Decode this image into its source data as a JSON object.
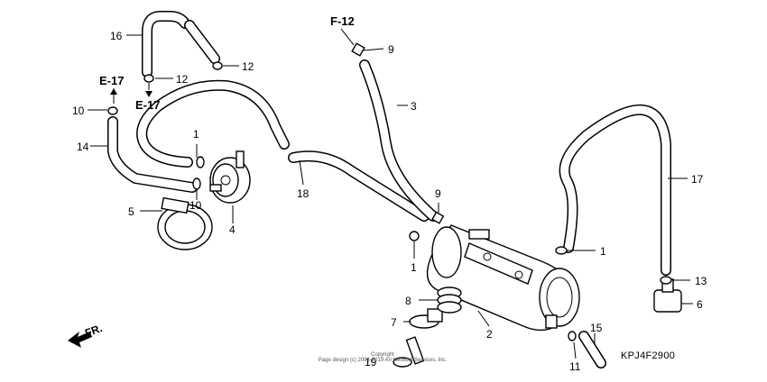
{
  "diagram": {
    "part_labels": {
      "p1a": "1",
      "p1b": "1",
      "p1c": "1",
      "p2": "2",
      "p3": "3",
      "p4": "4",
      "p5": "5",
      "p6": "6",
      "p7": "7",
      "p8": "8",
      "p9a": "9",
      "p9b": "9",
      "p10a": "10",
      "p10b": "10",
      "p11": "11",
      "p12a": "12",
      "p12b": "12",
      "p13": "13",
      "p14": "14",
      "p15": "15",
      "p16": "16",
      "p17": "17",
      "p18": "18",
      "p19": "19"
    },
    "refs": {
      "e17_top": "E-17",
      "e17_bottom": "E-17",
      "f12": "F-12"
    },
    "direction_label": "FR.",
    "diagram_code": "KPJ4F2900",
    "copyright_line1": "Copyright",
    "copyright_line2": "Page design (c) 2004-2019 Ari Network Services, Inc."
  }
}
